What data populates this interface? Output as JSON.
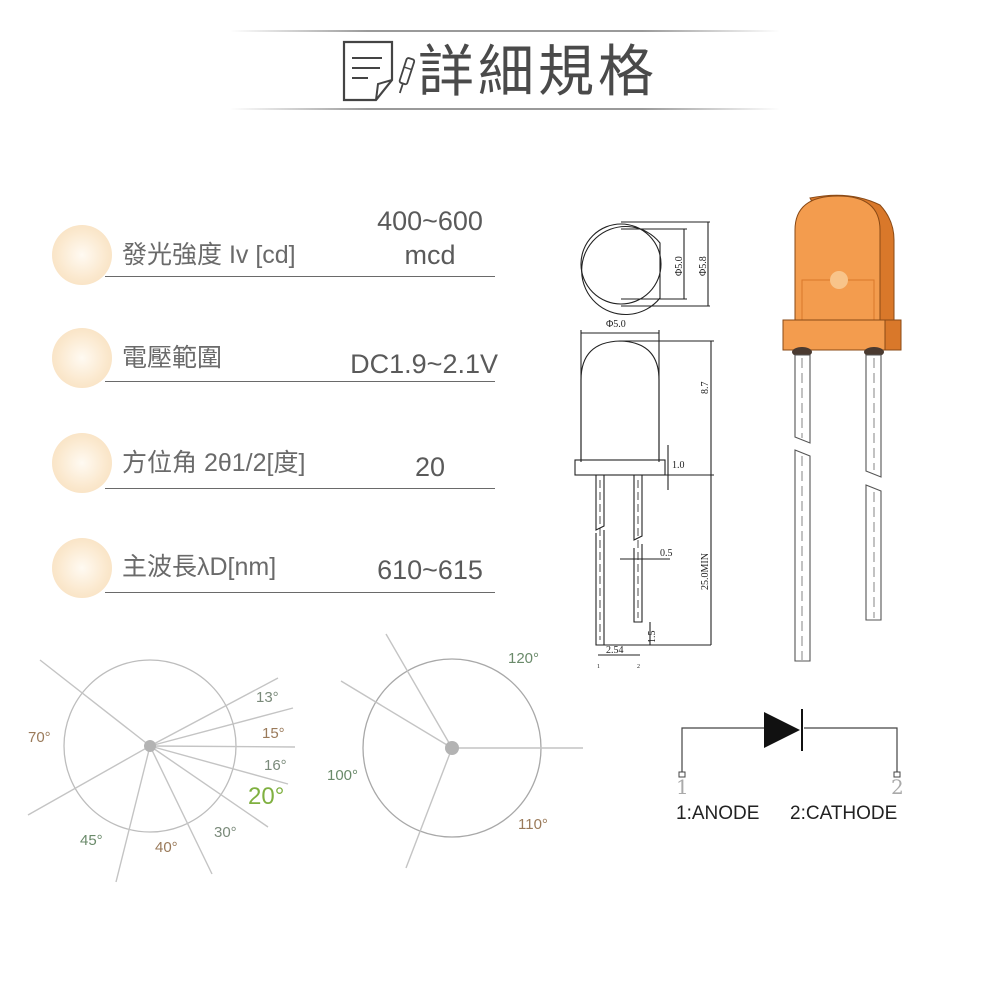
{
  "header": {
    "title": "詳細規格",
    "icon": "document-pen-icon"
  },
  "specs": [
    {
      "label": "發光強度 Iv [cd]",
      "value_line1": "400~600",
      "value_line2": "mcd"
    },
    {
      "label": "電壓範圍",
      "value_line1": "DC1.9~2.1V"
    },
    {
      "label": "方位角 2θ1/2[度]",
      "value_line1": "20"
    },
    {
      "label": "主波長λD[nm]",
      "value_line1": "610~615"
    }
  ],
  "beam_angle_diagram_1": {
    "labels": [
      {
        "text": "13°",
        "color": "#7a8a7a"
      },
      {
        "text": "15°",
        "color": "#9a7a5a"
      },
      {
        "text": "16°",
        "color": "#7a8a7a"
      },
      {
        "text": "20°",
        "color": "#7fb040",
        "highlight": true
      },
      {
        "text": "30°",
        "color": "#7a8a7a"
      },
      {
        "text": "40°",
        "color": "#9a7a5a"
      },
      {
        "text": "45°",
        "color": "#6a8a6a"
      },
      {
        "text": "70°",
        "color": "#9a7a5a"
      }
    ]
  },
  "beam_angle_diagram_2": {
    "labels": [
      {
        "text": "120°",
        "color": "#6a8a6a"
      },
      {
        "text": "100°",
        "color": "#6a8a6a"
      },
      {
        "text": "110°",
        "color": "#9a7a5a"
      }
    ]
  },
  "dimension_drawing": {
    "top_view": {
      "inner_diameter": "Φ5.0",
      "outer_diameter": "Φ5.8"
    },
    "side_view": {
      "body_width": "Φ5.0",
      "body_height": "8.7",
      "flange_height": "1.0",
      "lead_width": "0.5",
      "lead_length": "25.0MIN",
      "lead_offset": "1.5",
      "pitch": "2.54",
      "pin_1": "1",
      "pin_2": "2"
    }
  },
  "led_illustration": {
    "color": "#f39c4e",
    "shade_color": "#d9782a"
  },
  "schematic": {
    "pin_1_number": "1",
    "pin_2_number": "2",
    "pin_1_label": "1:ANODE",
    "pin_2_label": "2:CATHODE"
  }
}
